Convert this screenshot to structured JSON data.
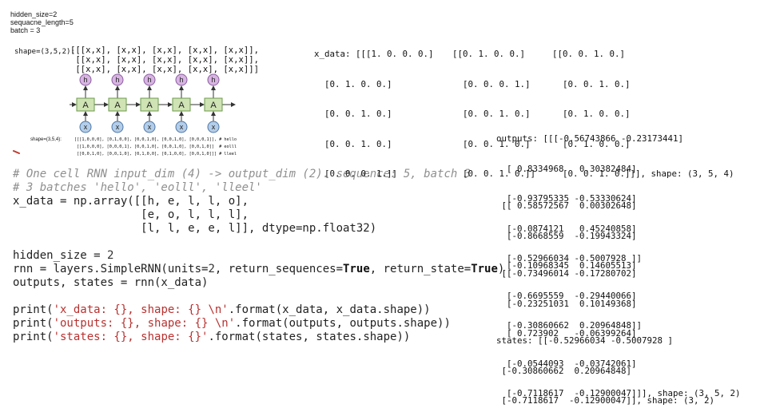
{
  "top_params": [
    "hidden_size=2",
    "sequacne_length=5",
    "batch = 3"
  ],
  "shape_top": {
    "label": "shape=(3,5,2):",
    "lines": [
      "[[[x,x], [x,x], [x,x], [x,x], [x,x]],",
      " [[x,x], [x,x], [x,x], [x,x], [x,x]],",
      " [[x,x], [x,x], [x,x], [x,x], [x,x]]]"
    ]
  },
  "diagram": {
    "cells": [
      {
        "h": "h",
        "a": "A",
        "x": "x"
      },
      {
        "h": "h",
        "a": "A",
        "x": "x"
      },
      {
        "h": "h",
        "a": "A",
        "x": "x"
      },
      {
        "h": "h",
        "a": "A",
        "x": "x"
      },
      {
        "h": "h",
        "a": "A",
        "x": "x"
      }
    ],
    "colors": {
      "h_fill": "#d8b4e2",
      "h_stroke": "#8a5da0",
      "a_fill": "#cfe3b4",
      "a_stroke": "#6d9a4c",
      "x_fill": "#b4cde8",
      "x_stroke": "#4c76a8",
      "mark": "#c0392b"
    }
  },
  "shape_bottom": {
    "label": "shape=(3,5,4):",
    "lines": [
      "[[[1,0,0,0], [0,1,0,0], [0,0,1,0], [0,0,1,0], [0,0,0,1]], # hello",
      " [[1,0,0,0], [0,0,0,1], [0,0,1,0], [0,0,1,0], [0,0,1,0]]  # eolll",
      " [[0,0,1,0], [0,0,1,0], [0,1,0,0], [0,1,0,0], [0,0,1,0]]] # lleel"
    ]
  },
  "code": {
    "c1": "# One cell RNN input_dim (4) -> output_dim (2). sequence: 5, batch 3",
    "c2": "# 3 batches 'hello', 'eolll', 'lleel'",
    "l3": "x_data = np.array([[h, e, l, l, o],",
    "l4": "                   [e, o, l, l, l],",
    "l5a": "                   [l, l, e, e, l]], dtype=np.float32)",
    "l7a": "hidden_size = ",
    "l7b": "2",
    "l8a": "rnn = layers.SimpleRNN(units=",
    "l8b": "2",
    "l8c": ", return_sequences=",
    "l8d": "True",
    "l8e": ", return_state=",
    "l8f": "True",
    "l8g": ")",
    "l9": "outputs, states = rnn(x_data)",
    "p1a": "print(",
    "p1s": "'x_data: {}, shape: {} \\n'",
    "p1b": ".format(x_data, x_data.shape))",
    "p2a": "print(",
    "p2s": "'outputs: {}, shape: {} \\n'",
    "p2b": ".format(outputs, outputs.shape))",
    "p3a": "print(",
    "p3s": "'states: {}, shape: {}'",
    "p3b": ".format(states, states.shape))"
  },
  "output": {
    "xdata_col1": [
      "x_data: [[[1. 0. 0. 0.]",
      "  [0. 1. 0. 0.]",
      "  [0. 0. 1. 0.]",
      "  [0. 0. 1. 0.]",
      "  [0. 0. 0. 1.]]"
    ],
    "xdata_col2": [
      "[[0. 1. 0. 0.]",
      "  [0. 0. 0. 1.]",
      "  [0. 0. 1. 0.]",
      "  [0. 0. 1. 0.]",
      "  [0. 0. 1. 0.]]"
    ],
    "xdata_col3": [
      "[[0. 0. 1. 0.]",
      "  [0. 0. 1. 0.]",
      "  [0. 1. 0. 0.]",
      "  [0. 1. 0. 0.]",
      "  [0. 0. 1. 0.]]], shape: (3, 5, 4)"
    ],
    "outputs_block1": [
      "outputs: [[[-0.56743866 -0.23173441]",
      "  [ 0.8334968   0.30382484]",
      "  [-0.93795335 -0.53330624]",
      "  [-0.0874121   0.45240858]",
      "  [-0.52966034 -0.5007928 ]]"
    ],
    "outputs_block2": [
      " [[ 0.58572567  0.00302648]",
      "  [-0.8668559  -0.19943324]",
      "  [-0.10968345  0.14605513]",
      "  [-0.6695559  -0.29440066]",
      "  [-0.30860662  0.20964848]]"
    ],
    "outputs_block3": [
      " [[-0.73496014 -0.17280702]",
      "  [-0.23251031  0.10149368]",
      "  [ 0.723902   -0.06399264]",
      "  [-0.0544093  -0.03742061]",
      "  [-0.7118617  -0.12900047]]], shape: (3, 5, 2)"
    ],
    "states_block": [
      "states: [[-0.52966034 -0.5007928 ]",
      " [-0.30860662  0.20964848]",
      " [-0.7118617  -0.12900047]], shape: (3, 2)"
    ]
  }
}
